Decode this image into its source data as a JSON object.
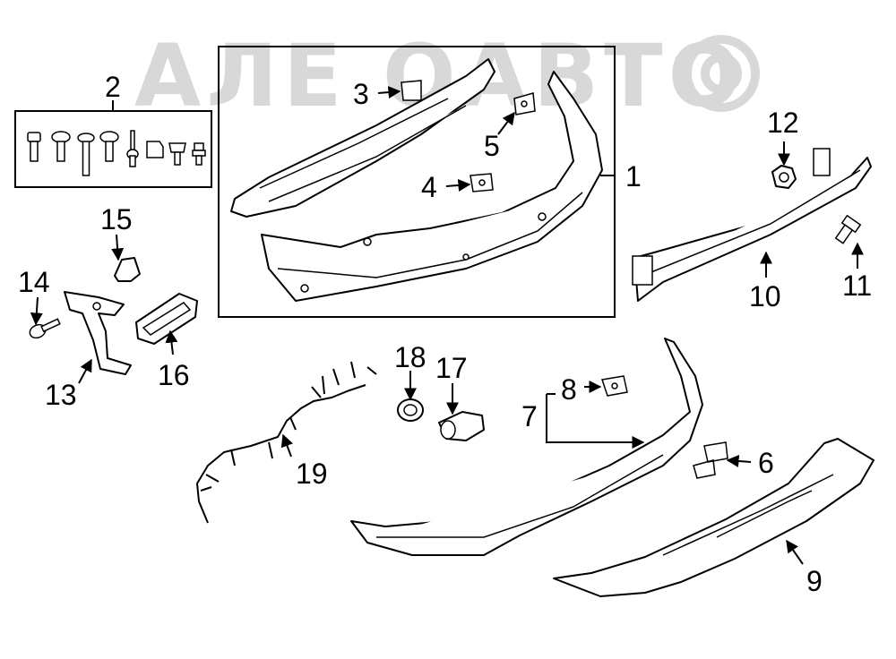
{
  "watermark": {
    "text": "АЛЕ  ОАВТО"
  },
  "callouts": {
    "c1": "1",
    "c2": "2",
    "c3": "3",
    "c4": "4",
    "c5": "5",
    "c6": "6",
    "c7": "7",
    "c8": "8",
    "c9": "9",
    "c10": "10",
    "c11": "11",
    "c12": "12",
    "c13": "13",
    "c14": "14",
    "c15": "15",
    "c16": "16",
    "c17": "17",
    "c18": "18",
    "c19": "19"
  },
  "icons": {
    "watermark_logo": "camera-ring-logo",
    "arrow": "arrow-head-icon"
  },
  "colors": {
    "line": "#000000",
    "watermark": "#d8d8d8",
    "background": "#ffffff"
  }
}
